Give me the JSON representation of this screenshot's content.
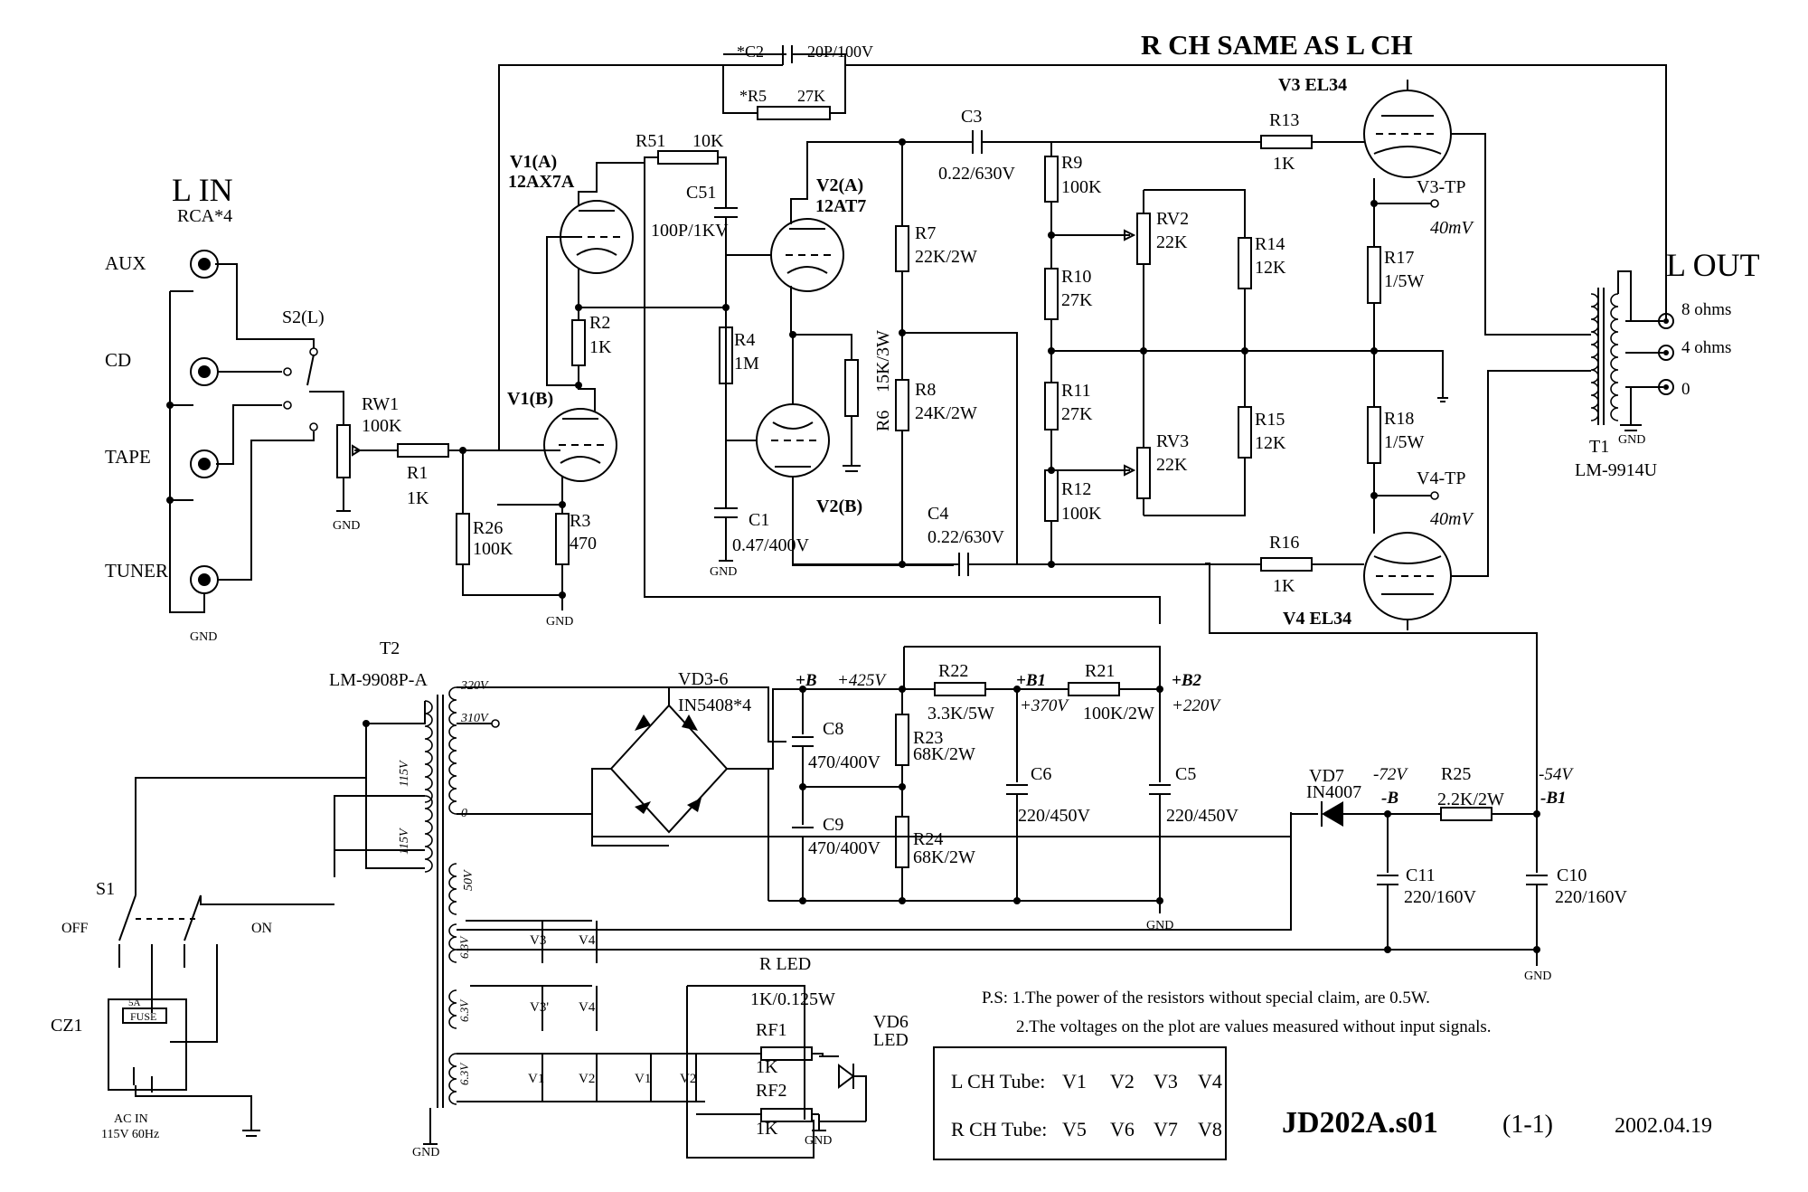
{
  "title": "R CH SAME AS  L CH",
  "input": {
    "label": "L IN",
    "sub": "RCA*4",
    "sources": [
      "AUX",
      "CD",
      "TAPE",
      "TUNER"
    ],
    "switch": "S2(L)",
    "gnd": "GND"
  },
  "output": {
    "label": "L OUT",
    "taps": [
      "8 ohms",
      "4 ohms",
      "0"
    ],
    "gnd": "GND",
    "transformer": [
      "T1",
      "LM-9914U"
    ]
  },
  "tubes": {
    "v1a": [
      "V1(A)",
      "12AX7A"
    ],
    "v1b": "V1(B)",
    "v2a": [
      "V2(A)",
      "12AT7"
    ],
    "v2b": "V2(B)",
    "v3": "V3  EL34",
    "v4": "V4  EL34",
    "tp3": [
      "V3-TP",
      "40mV"
    ],
    "tp4": [
      "V4-TP",
      "40mV"
    ]
  },
  "components": {
    "rw1": [
      "RW1",
      "100K"
    ],
    "r1": [
      "R1",
      "1K"
    ],
    "r26": [
      "R26",
      "100K"
    ],
    "r3": [
      "R3",
      "470"
    ],
    "r2": [
      "R2",
      "1K"
    ],
    "r51": [
      "R51",
      "10K"
    ],
    "c51": [
      "C51",
      "100P/1KV"
    ],
    "r4": [
      "R4",
      "1M"
    ],
    "c1": [
      "C1",
      "0.47/400V"
    ],
    "r6": [
      "R6",
      "15K/3W"
    ],
    "c2": [
      "*C2",
      "20P/100V"
    ],
    "r5": [
      "*R5",
      "27K"
    ],
    "c3": [
      "C3",
      "0.22/630V"
    ],
    "c4": [
      "C4",
      "0.22/630V"
    ],
    "r7": [
      "R7",
      "22K/2W"
    ],
    "r8": [
      "R8",
      "24K/2W"
    ],
    "r9": [
      "R9",
      "100K"
    ],
    "r10": [
      "R10",
      "27K"
    ],
    "r11": [
      "R11",
      "27K"
    ],
    "r12": [
      "R12",
      "100K"
    ],
    "rv2": [
      "RV2",
      "22K"
    ],
    "rv3": [
      "RV3",
      "22K"
    ],
    "r14": [
      "R14",
      "12K"
    ],
    "r15": [
      "R15",
      "12K"
    ],
    "r13": [
      "R13",
      "1K"
    ],
    "r16": [
      "R16",
      "1K"
    ],
    "r17": [
      "R17",
      "1/5W"
    ],
    "r18": [
      "R18",
      "1/5W"
    ]
  },
  "power": {
    "t2": [
      "T2",
      "LM-9908P-A"
    ],
    "taps": [
      "320V",
      "310V",
      "115V",
      "115V",
      "0",
      "50V",
      "6.3V",
      "6.3V",
      "6.3V"
    ],
    "vd": [
      "VD3-6",
      "IN5408*4"
    ],
    "b": [
      "+B",
      "+425V"
    ],
    "r22": [
      "R22",
      "3.3K/5W"
    ],
    "b1": [
      "+B1",
      "+370V"
    ],
    "r21": [
      "R21",
      "100K/2W"
    ],
    "b2": [
      "+B2",
      "+220V"
    ],
    "c8": [
      "C8",
      "470/400V"
    ],
    "c9": [
      "C9",
      "470/400V"
    ],
    "r23": [
      "R23",
      "68K/2W"
    ],
    "r24": [
      "R24",
      "68K/2W"
    ],
    "c6": [
      "C6",
      "220/450V"
    ],
    "c5": [
      "C5",
      "220/450V"
    ],
    "vd7": [
      "VD7",
      "IN4007"
    ],
    "nb": [
      "-72V",
      "-B"
    ],
    "r25": [
      "R25",
      "2.2K/2W"
    ],
    "nb1": [
      "-54V",
      "-B1"
    ],
    "c11": [
      "C11",
      "220/160V"
    ],
    "c10": [
      "C10",
      "220/160V"
    ],
    "s1": [
      "S1",
      "OFF",
      "ON"
    ],
    "cz1": [
      "CZ1",
      "5A",
      "FUSE",
      "AC IN",
      "115V  60Hz"
    ],
    "heaters": [
      "V3",
      "V4",
      "V3'",
      "V4'",
      "V1",
      "V2'",
      "V1",
      "V2"
    ],
    "rled": [
      "R LED",
      "1K/0.125W"
    ],
    "rf1": [
      "RF1",
      "1K"
    ],
    "rf2": [
      "RF2",
      "1K"
    ],
    "vd6": [
      "VD6",
      "LED"
    ],
    "gnd": "GND"
  },
  "notes": [
    "P.S:  1.The power of the resistors without  special claim, are 0.5W.",
    "2.The voltages on the plot are values measured without input signals."
  ],
  "tube_table": {
    "rows": [
      [
        "L CH Tube:",
        "V1",
        "V2",
        "V3",
        "V4"
      ],
      [
        "R CH Tube:",
        "V5",
        "V6",
        "V7",
        "V8"
      ]
    ]
  },
  "drawing": {
    "id": "JD202A.s01",
    "sheet": "(1-1)",
    "date": "2002.04.19"
  }
}
